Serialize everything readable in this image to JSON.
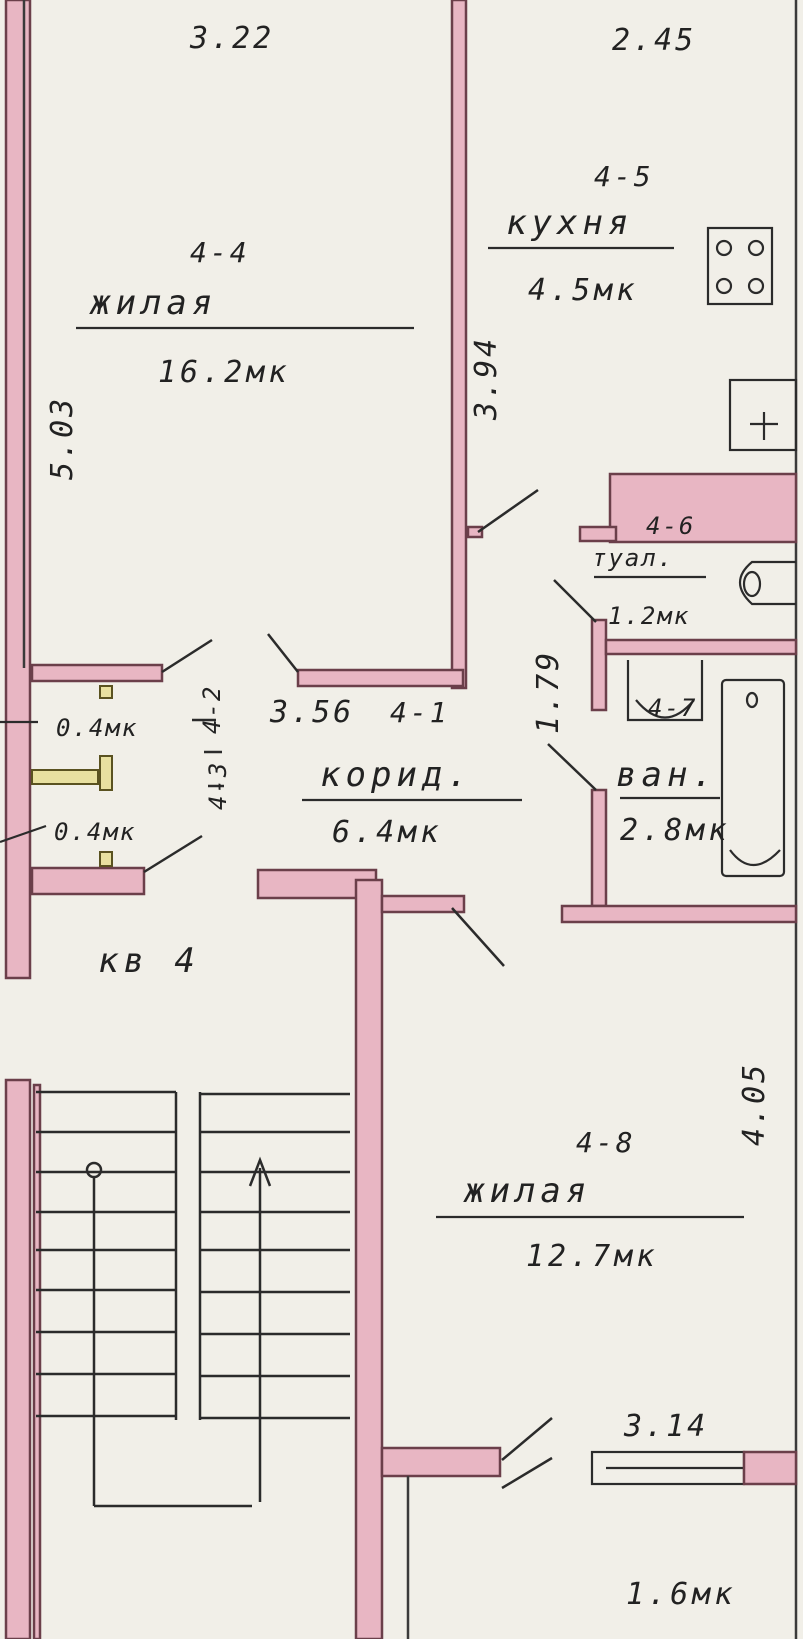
{
  "plan": {
    "apartment_label": "кв 4",
    "rooms": {
      "living_top": {
        "number": "4-4",
        "name": "жилая",
        "area": "16.2мк"
      },
      "kitchen": {
        "number": "4-5",
        "name": "кухня",
        "area": "4.5мк"
      },
      "toilet": {
        "number": "4-6",
        "name": "туал.",
        "area": "1.2мк"
      },
      "bath": {
        "number": "4-7",
        "name": "ван.",
        "area": "2.8мк"
      },
      "corridor": {
        "number": "4-1",
        "name": "корид.",
        "area": "6.4мк"
      },
      "living_bottom": {
        "number": "4-8",
        "name": "жилая",
        "area": "12.7мк"
      },
      "closet_a": {
        "number": "4-2",
        "area": "0.4мк"
      },
      "closet_b": {
        "number": "4-3",
        "area": "0.4мк"
      },
      "balcony": {
        "area": "1.6мк"
      }
    },
    "dimensions": {
      "top_left_width": "3.22",
      "top_right_width": "2.45",
      "left_height": "5.03",
      "middle_height": "3.94",
      "corridor_width": "3.56",
      "bath_height": "1.79",
      "right_height": "4.05",
      "bottom_width": "3.14"
    }
  }
}
